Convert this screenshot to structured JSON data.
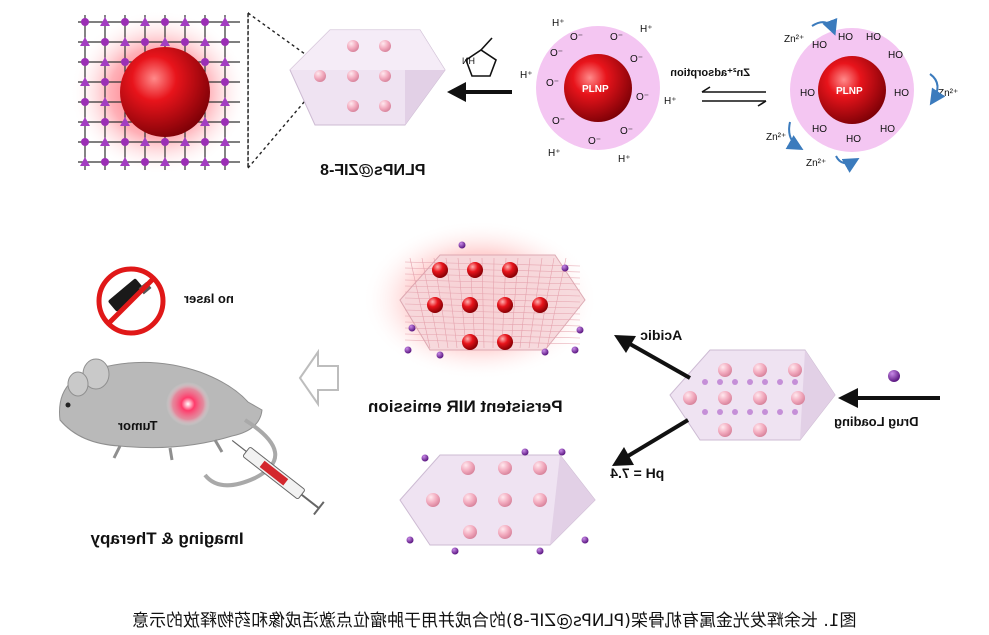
{
  "labels": {
    "plnps_zif8": "PLNPs@ZIF-8",
    "plnp_core": "PLNP",
    "imidazole_nh": "HN",
    "zn_adsorption": "Zn²⁺adsorption",
    "zn_ion": "Zn²⁺",
    "hydrogen_ion": "H⁺",
    "hydroxyl": "HO",
    "oxide": "O⁻",
    "persistent_nir": "Persistent NIR emission",
    "acidic": "Acidic",
    "ph_neutral": "pH = 7.4",
    "drug_loading": "Drug Loading",
    "no_laser": "no laser",
    "tumor": "Tumor",
    "imaging_therapy": "Imaging & Therapy"
  },
  "caption": "图1. 长余辉发光金属有机骨架(PLNPs@ZIF-8)的合成并用于肿瘤位点激活成像和药物释放的示意",
  "colors": {
    "core_red": "#e8141b",
    "pink_shell": "#f4c6f2",
    "crystal_face": "#ecdff0",
    "particle_pink": "#f2a9bd",
    "drug_purple": "#7a2ea0",
    "glow_red": "#ff2030",
    "arrow_blue": "#3b7bbd",
    "mouse_gray": "#b9b9b9"
  }
}
